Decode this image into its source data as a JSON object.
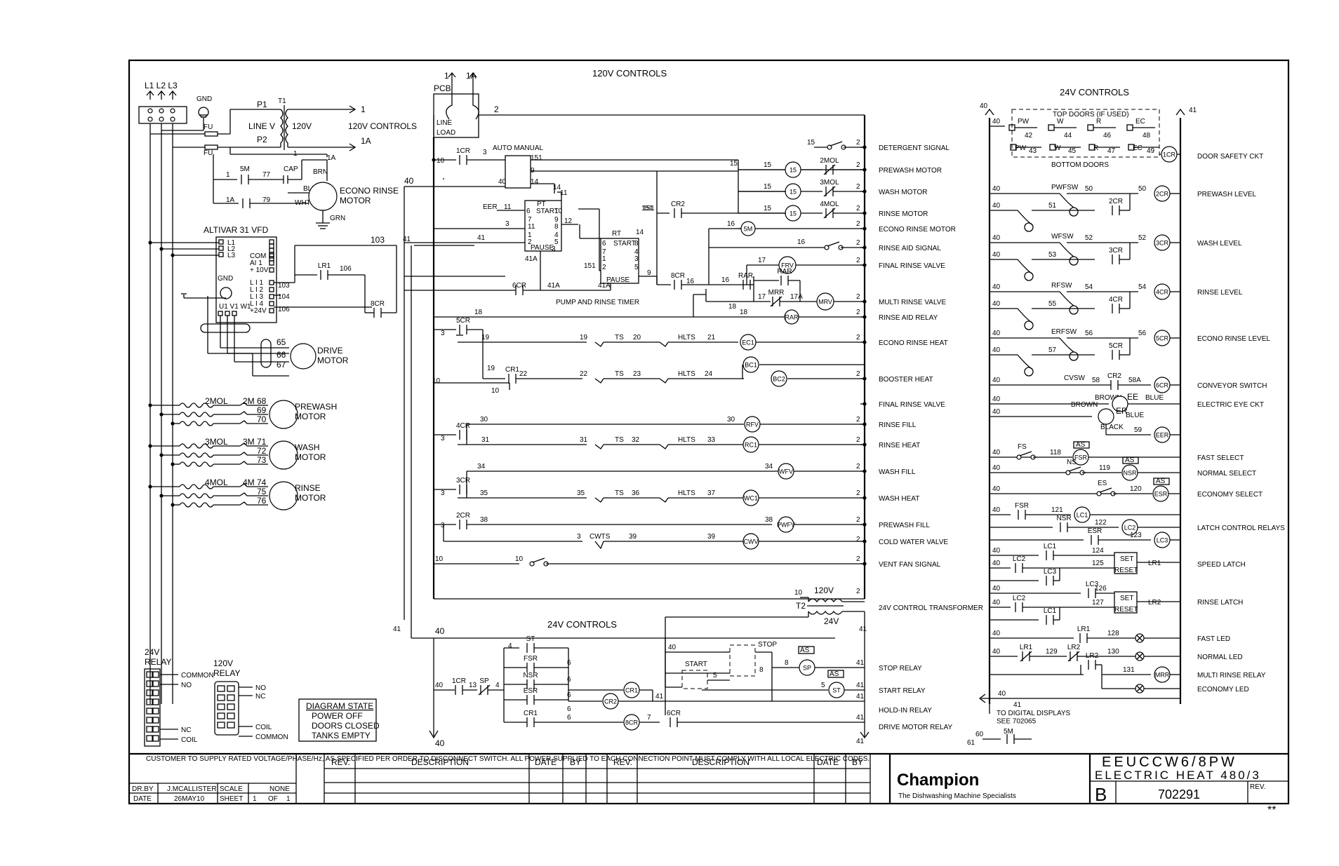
{
  "panels": {
    "left_panel": {
      "title": "120V CONTROLS"
    },
    "bottom_24v": {
      "title": "24V CONTROLS"
    },
    "right_panel": {
      "title": "24V CONTROLS"
    }
  },
  "power_supply": {
    "lines": [
      "L1",
      "L2",
      "L3"
    ],
    "ground": "GND",
    "fuse": "FU",
    "transformer": "T1",
    "primary": [
      "P1",
      "P2"
    ],
    "line_v": "LINE V",
    "secondary_v": "120V",
    "outputs": [
      "1",
      "1A"
    ],
    "controls_label": "120V CONTROLS"
  },
  "econo_motor": {
    "label": "ECONO RINSE\nMOTOR",
    "contactor": "5M",
    "cap": "CAP",
    "wires": [
      "BRN",
      "BLK",
      "WHT",
      "GRN"
    ],
    "nodes": [
      "1",
      "5M",
      "77",
      "1A",
      "79"
    ]
  },
  "vfd": {
    "title": "ALTIVAR 31 VFD",
    "terminals": [
      "L1",
      "L2",
      "L3",
      "COM",
      "AI 1",
      "+ 10V",
      "L I 1",
      "L I 2",
      "L I 3",
      "L I 4",
      "+24V",
      "U1",
      "V1",
      "W1"
    ],
    "ground": "GND",
    "wires": [
      "103",
      "104",
      "106",
      "103",
      "106"
    ],
    "relays": [
      "LR1",
      "8CR"
    ],
    "motor_wires": [
      "65",
      "66",
      "67"
    ],
    "motor_label": "DRIVE\nMOTOR"
  },
  "motors": [
    {
      "overload": "2MOL",
      "contactor": "2M",
      "wires": [
        "68",
        "69",
        "70"
      ],
      "label": "PREWASH\nMOTOR"
    },
    {
      "overload": "3MOL",
      "contactor": "3M",
      "wires": [
        "71",
        "72",
        "73"
      ],
      "label": "WASH\nMOTOR"
    },
    {
      "overload": "4MOL",
      "contactor": "4M",
      "wires": [
        "74",
        "75",
        "76"
      ],
      "label": "RINSE\nMOTOR"
    }
  ],
  "pcb": {
    "label": "PCB",
    "line": "LINE",
    "load": "LOAD",
    "terminals": [
      "1",
      "1A",
      "2"
    ]
  },
  "timers": {
    "auto_manual": "AUTO  MANUAL",
    "pt": "PT",
    "rt": "RT",
    "start": "START",
    "pause": "PAUSE",
    "pt_pins": [
      "6",
      "10",
      "7",
      "11",
      "8",
      "1",
      "4",
      "2",
      "5",
      "3",
      "9"
    ],
    "rt_pins": [
      "6",
      "7",
      "1",
      "2",
      "8",
      "4",
      "5",
      "3"
    ],
    "caption": "PUMP AND RINSE TIMER",
    "wires": [
      "3",
      "151",
      "9",
      "40",
      "14",
      "EER",
      "11",
      "14",
      "12",
      "41",
      "3",
      "151",
      "41A",
      "6CR",
      "41A",
      "41A",
      "9"
    ]
  },
  "rung_labels_120v": [
    "DETERGENT SIGNAL",
    "PREWASH MOTOR",
    "WASH MOTOR",
    "RINSE MOTOR",
    "ECONO RINSE MOTOR",
    "RINSE AID SIGNAL",
    "FINAL RINSE VALVE",
    "MULTI RINSE VALVE",
    "RINSE AID RELAY",
    "ECONO RINSE HEAT",
    "BOOSTER HEAT",
    "FINAL RINSE VALVE",
    "RINSE FILL",
    "RINSE HEAT",
    "WASH FILL",
    "WASH HEAT",
    "PREWASH FILL",
    "COLD WATER VALVE",
    "VENT FAN SIGNAL",
    "24V CONTROL TRANSFORMER"
  ],
  "rungs_120v": {
    "detergent": [
      "15",
      "2"
    ],
    "prewash": [
      "15",
      "15",
      "2M",
      "2MOL",
      "2"
    ],
    "wash": [
      "15",
      "3M",
      "3MOL",
      "2"
    ],
    "rinse": [
      "EER",
      "151",
      "151",
      "CR2",
      "15",
      "4M",
      "4MOL",
      "2"
    ],
    "econo": [
      "16",
      "5M",
      "2"
    ],
    "rinse_aid": [
      "16",
      "2"
    ],
    "final_rinse": [
      "8CR",
      "16",
      "16",
      "17",
      "FRV",
      "2"
    ],
    "rar": [
      "RAR",
      "RAR",
      "17",
      "MRR",
      "17A",
      "MRV",
      "2"
    ],
    "rar_relay": [
      "18",
      "18",
      "RAR",
      "2"
    ],
    "econo_heat": [
      "5CR",
      "18",
      "19",
      "19",
      "TS",
      "20",
      "HLTS",
      "21",
      "EC1",
      "2"
    ],
    "booster": [
      "19",
      "CR1",
      "22",
      "22",
      "TS",
      "23",
      "HLTS",
      "24",
      "BC1",
      "BC2",
      "2",
      "10",
      "10"
    ],
    "rinse_fill": [
      "4CR",
      "30",
      "30",
      "RFV",
      "2"
    ],
    "rinse_heat": [
      "31",
      "31",
      "TS",
      "32",
      "HLTS",
      "33",
      "RC1",
      "2"
    ],
    "wash_fill": [
      "3CR",
      "34",
      "34",
      "WFV",
      "2"
    ],
    "wash_heat": [
      "35",
      "35",
      "TS",
      "36",
      "HLTS",
      "37",
      "WC1",
      "2"
    ],
    "prewash_fill": [
      "2CR",
      "38",
      "38",
      "PWFV",
      "2"
    ],
    "cold_water": [
      "3",
      "CWTS",
      "39",
      "39",
      "CWV",
      "2"
    ],
    "vent": [
      "10",
      "10",
      "2"
    ],
    "left_nodes": [
      "10",
      "1CR",
      "3",
      "40",
      "41",
      "3",
      "3",
      "3",
      "3",
      "3",
      "2"
    ],
    "transformer": [
      "10",
      "120V",
      "2",
      "T2",
      "24V",
      "41"
    ]
  },
  "bottom_24v": {
    "rung_labels": [
      "STOP RELAY",
      "START RELAY",
      "HOLD-IN RELAY",
      "DRIVE MOTOR RELAY"
    ],
    "elements": [
      "4",
      "ST",
      "FSR",
      "NSR",
      "ESR",
      "CR1",
      "6",
      "6",
      "6",
      "6",
      "6",
      "40",
      "1CR",
      "13",
      "SP",
      "4",
      "CR1",
      "CR2",
      "8CR",
      "7",
      "6CR",
      "41",
      "40",
      "STOP",
      "START",
      "5",
      "8",
      "AS",
      "SP",
      "AS",
      "ST",
      "8",
      "5",
      "41",
      "41",
      "41",
      "41",
      "40",
      "41",
      "40",
      "41"
    ]
  },
  "right_24v": {
    "top_doors": "TOP DOORS (IF USED)",
    "bottom_doors": "BOTTOM DOORS",
    "door_switches": [
      "PW",
      "W",
      "R",
      "EC"
    ],
    "door_top_nums": [
      "42",
      "44",
      "46",
      "48"
    ],
    "door_bot_nums": [
      "43",
      "45",
      "47",
      "49"
    ],
    "left_nodes": [
      "40",
      "40",
      "40",
      "40",
      "40",
      "40",
      "40",
      "40",
      "40",
      "40",
      "40",
      "40",
      "40",
      "40",
      "40",
      "40",
      "40",
      "40",
      "41"
    ],
    "rung_labels": [
      "DOOR SAFETY CKT",
      "PREWASH LEVEL",
      "WASH LEVEL",
      "RINSE LEVEL",
      "ECONO RINSE LEVEL",
      "CONVEYOR SWITCH",
      "ELECTRIC EYE CKT",
      "FAST SELECT",
      "NORMAL SELECT",
      "ECONOMY SELECT",
      "LATCH CONTROL RELAYS",
      "SPEED LATCH",
      "RINSE LATCH",
      "FAST LED",
      "NORMAL LED",
      "MULTI RINSE RELAY",
      "ECONOMY LED"
    ],
    "elements": [
      "1CR",
      "PWFSW",
      "50",
      "51",
      "2CR",
      "2CR",
      "WFSW",
      "52",
      "53",
      "3CR",
      "3CR",
      "RFSW",
      "54",
      "55",
      "4CR",
      "4CR",
      "ERFSW",
      "56",
      "57",
      "5CR",
      "5CR",
      "CVSW",
      "58",
      "CR2",
      "58A",
      "6CR",
      "BROWN",
      "EE",
      "BLUE",
      "BROWN",
      "ER",
      "BLUE",
      "BLACK",
      "59",
      "EER",
      "FS",
      "118",
      "AS",
      "FSR",
      "NS",
      "119",
      "AS",
      "NSR",
      "ES",
      "120",
      "AS",
      "ESR",
      "FSR",
      "121",
      "LC1",
      "NSR",
      "122",
      "LC2",
      "ESR",
      "123",
      "LC3",
      "LC1",
      "124",
      "SET",
      "LR1",
      "LC2",
      "125",
      "RESET",
      "LC3",
      "LC3",
      "126",
      "SET",
      "LR2",
      "LC2",
      "127",
      "RESET",
      "LC1",
      "LR1",
      "128",
      "LR1",
      "129",
      "LR2",
      "130",
      "LR2",
      "131",
      "MRR",
      "40",
      "41",
      "41",
      "40"
    ],
    "digital_note": "TO DIGITAL DISPLAYS\nSEE 702065",
    "bottom_nodes": [
      "60",
      "61",
      "5M"
    ]
  },
  "relay_legend": {
    "relay_24v": "24V\nRELAY",
    "relay_120v": "120V\nRELAY",
    "pins_24v": [
      "COMMON",
      "NO",
      "NC",
      "COIL"
    ],
    "pins_120v": [
      "NO",
      "NC",
      "COIL",
      "COMMON"
    ]
  },
  "diagram_state": {
    "title": "DIAGRAM STATE",
    "lines": [
      "POWER OFF",
      "DOORS CLOSED",
      "TANKS EMPTY"
    ]
  },
  "title_block": {
    "note": "CUSTOMER TO SUPPLY RATED VOLTAGE/PHASE/Hz,\nAS SPECIFIED PER ORDER,TO DISCONNECT SWITCH.\nALL POWER SUPPLIED TO EACH CONNECTION POINT\nMUST COMPLY WITH ALL LOCAL ELECTRIC CODES.",
    "dr_by_label": "DR.BY",
    "dr_by": "J.MCALLISTER",
    "scale_label": "SCALE",
    "scale": "NONE",
    "date_label": "DATE",
    "date": "26MAY10",
    "sheet_label": "SHEET",
    "sheet": "1",
    "of_label": "OF",
    "of": "1",
    "rev_headers": [
      "REV.",
      "DESCRIPTION",
      "DATE",
      "BY"
    ],
    "company": "Champion",
    "tagline": "The Dishwashing Machine Specialists",
    "model": "EEUCCW6/8PW",
    "model_sub": "ELECTRIC HEAT 480/3",
    "rev_letter": "B",
    "drawing_no": "702291",
    "rev_label": "REV.",
    "stars": "**"
  }
}
